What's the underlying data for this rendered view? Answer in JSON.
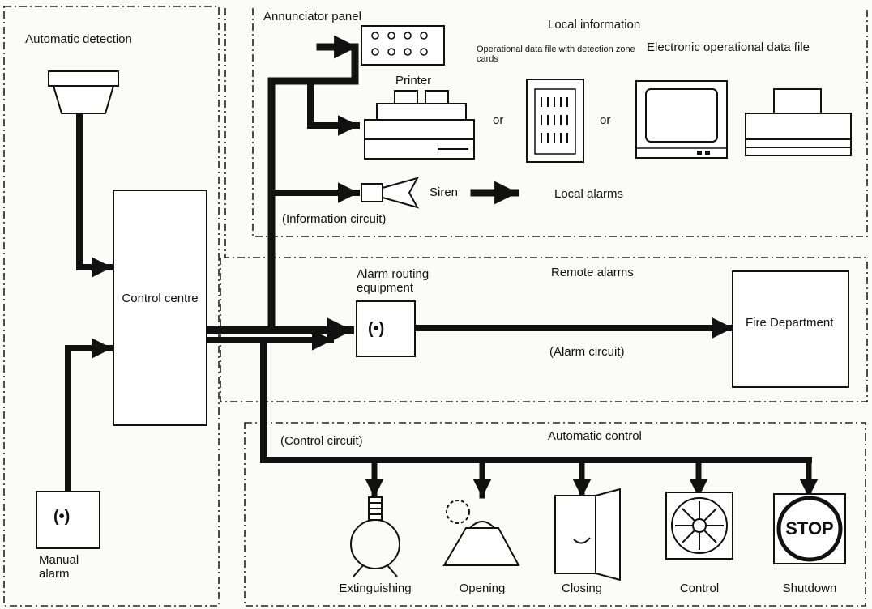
{
  "groups": {
    "local_information": "Local information",
    "remote_alarms": "Remote alarms",
    "automatic_control": "Automatic control"
  },
  "inputs": {
    "automatic_detection": "Automatic detection",
    "manual_alarm": "Manual alarm"
  },
  "control_centre": "Control centre",
  "local": {
    "annunciator_panel": "Annunciator panel",
    "printer": "Printer",
    "operational_data_file": "Operational data file with detection zone cards",
    "electronic_data_file": "Electronic operational data file",
    "or_1": "or",
    "or_2": "or",
    "siren": "Siren",
    "local_alarms": "Local alarms",
    "information_circuit": "(Information circuit)"
  },
  "remote": {
    "alarm_routing_equipment": "Alarm routing equipment",
    "alarm_circuit": "(Alarm circuit)",
    "fire_department": "Fire Department"
  },
  "control": {
    "control_circuit": "(Control circuit)",
    "outputs": [
      "Extinguishing",
      "Opening",
      "Closing",
      "Control",
      "Shutdown"
    ],
    "stop_sign": "STOP"
  },
  "call_point_symbol": "(•)"
}
